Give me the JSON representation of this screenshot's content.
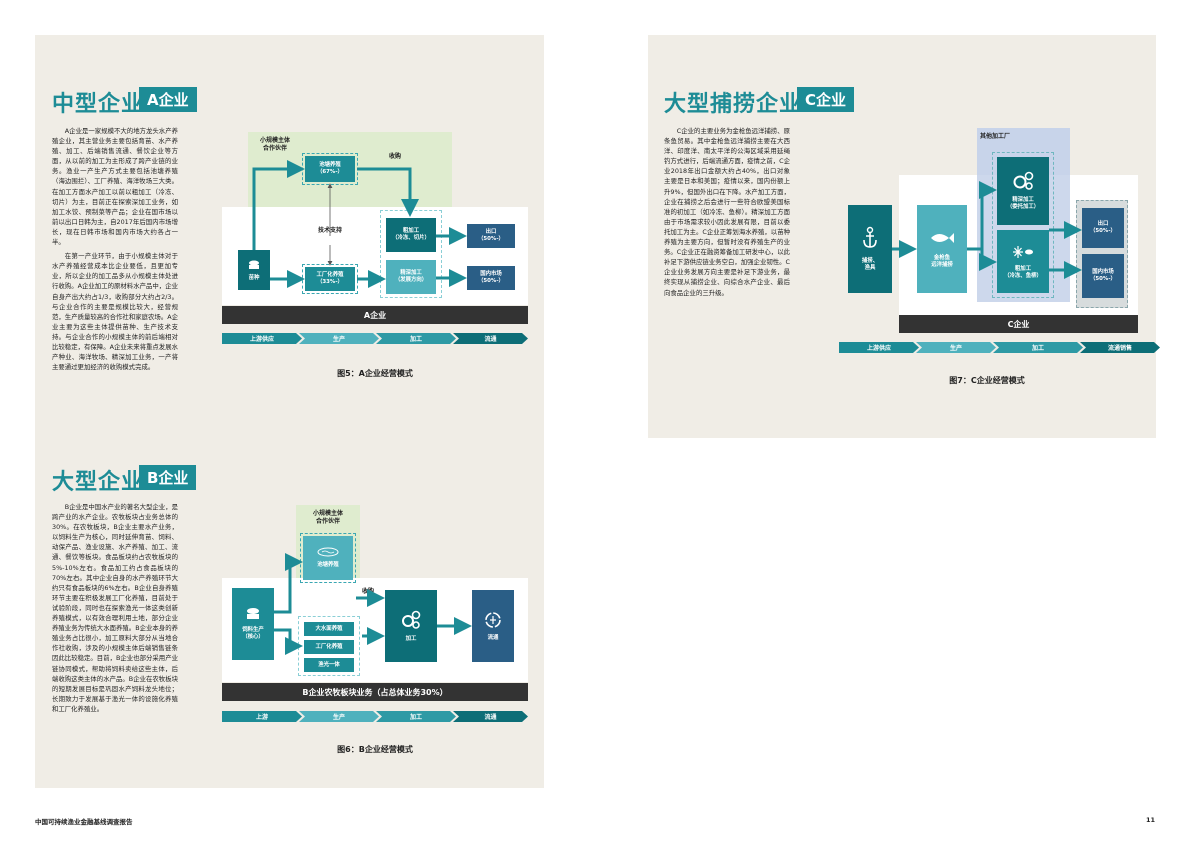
{
  "colors": {
    "teal": "#1d8c96",
    "dark_teal": "#0d6e77",
    "light_teal": "#4fb1bd",
    "navy": "#2a5e86",
    "bar": "#333333",
    "panel": "#f0ede6"
  },
  "footer": {
    "report": "中国可持续渔业金融基线调查报告",
    "page": "11"
  },
  "sectionA": {
    "title": "中型企业",
    "tag": "A企业",
    "paragraphs": [
      "A企业是一家规模不大的地方龙头水产养殖企业，其主营业务主要包括育苗、水产养殖、加工、后端销售流通、餐饮企业等方面，从以前的加工为主形成了跨产业链的业务。渔业一产生产方式主要包括池塘养殖（海边围拦）、工厂养殖、海洋牧场三大类。在加工方面水产加工以前以粗加工（冷冻、切片）为主，目前正在探索深加工业务，如加工水饺、预制菜等产品；企业在国市场以前以出口日韩为主，自2017年后国内市场增长，现在日韩市场和国内市场大约各占一半。",
      "在第一产业环节，由于小规模主体对于水产养殖经营成本比企业要低，且更加专业，所以企业的加工品多从小规模主体处进行收购。A企业加工的原材料水产品中，企业自身产出大约占1/3，收购部分大约占2/3。与企业合作的主要是规模比较大，经营规范，生产质量较高的合作社和家庭农场。A企业主要为这些主体提供苗种、生产技术支持。与企业合作的小规模主体的前后端相对比较稳定，有保障。A企业未来将重点发展水产种业、海洋牧场、精深加工业务，一产将主要通过更加经济的收购模式完成。"
    ],
    "diagram": {
      "partner_title": "小规模主体\n合作伙伴",
      "partner_box": "池塘养殖\n（67%-）",
      "buy_label": "收购",
      "tech_label": "技术支持",
      "seed_label": "苗种",
      "factory_box": "工厂化养殖\n（33%-）",
      "rough_box": "粗加工\n（冷冻、切片）",
      "deep_box": "精深加工\n（发展方向）",
      "export_box": "出口\n（50%-）",
      "domestic_box": "国内市场\n（50%-）",
      "company_bar": "A企业",
      "stages": [
        "上游供应",
        "生产",
        "加工",
        "流通"
      ]
    },
    "caption": "图5：A企业经营模式"
  },
  "sectionB": {
    "title": "大型企业",
    "tag": "B企业",
    "paragraphs": [
      "B企业是中国水产业的著名大型企业，是跨产业的水产企业。农牧板块占业务总体的30%。在农牧板块，B企业主要水产业务，以饲料生产为核心，同时延伸育苗、饲料、动保产品、渔业设施、水产养殖、加工、流通、餐饮等板块。食品板块约占农牧板块的5%-10%左右。食品加工约占食品板块的70%左右。其中企业自身的水产养殖环节大约只有食品板块的6%左右。B企业自身养殖环节主要在积极发展工厂化养殖，目前处于试验阶段，同时也在探索渔光一体这类创新养殖模式，以有效合理利用土地，部分企业养殖业务为传统大水面养殖。B企业本身的养殖业务占比很小，加工原料大部分从当地合作社收购，涉及的小规模主体后端销售链条因此比较稳定。目前，B企业也部分采用产业链协同模式，帮助将饲料卖给这些主体，后端收购这类主体的水产品。B企业在农牧板块的短期发展目标是巩固水产饲料龙头地位；长期致力于发展基于渔光一体的设施化养殖和工厂化养殖业。"
    ],
    "diagram": {
      "partner_title": "小规模主体\n合作伙伴",
      "pond_label": "池塘养殖",
      "buy_label": "收购",
      "feed_label": "饲料生产\n（核心）",
      "boxes": [
        "大水面养殖",
        "工厂化养殖",
        "渔光一体"
      ],
      "process_label": "加工",
      "circulation_label": "流通",
      "company_bar": "B企业农牧板块业务（占总体业务30%）",
      "stages": [
        "上游",
        "生产",
        "加工",
        "流通"
      ]
    },
    "caption": "图6：B企业经营模式"
  },
  "sectionC": {
    "title": "大型捕捞企业",
    "tag": "C企业",
    "paragraphs": [
      "C企业的主要业务为金枪鱼远洋捕捞、原条鱼贸易。其中金枪鱼远洋捕捞主要在大西洋、印度洋、南太平洋的公海区域采用延绳钓方式进行，后端流通方面，疫情之前，C企业2018年出口金额大约占40%，出口对象主要是日本和美国；疫情以来，国内份额上升9%，但国外出口在下降。水产加工方面，企业在捕捞之后会进行一些符合欧盟美国标准的初加工（如冷冻、鱼柳）。精深加工方面由于市场需求较小因此发展有限，目前以委托加工为主。C企业正筹划海水养殖，以苗种养殖为主要方向，但暂时没有养殖生产的业务。C企业正在融资筹备加工研发中心，以此补足下游供应链业务空白，加强企业韧性。C企业业务发展方向主要是补足下游业务，最终实现从捕捞企业、向综合水产企业、最后向食品企业的三升级。"
    ],
    "diagram": {
      "other_factory": "其他加工厂",
      "fishing_label": "捕捞、\n渔具",
      "tuna_label": "金枪鱼\n远洋捕捞",
      "deep_box": "精深加工\n（委托加工）",
      "rough_box": "粗加工\n（冷冻、鱼柳）",
      "export_box": "出口\n（50%-）",
      "domestic_box": "国内市场\n（50%-）",
      "company_bar": "C企业",
      "stages": [
        "上游供应",
        "生产",
        "加工",
        "流通销售"
      ]
    },
    "caption": "图7：C企业经营模式"
  }
}
